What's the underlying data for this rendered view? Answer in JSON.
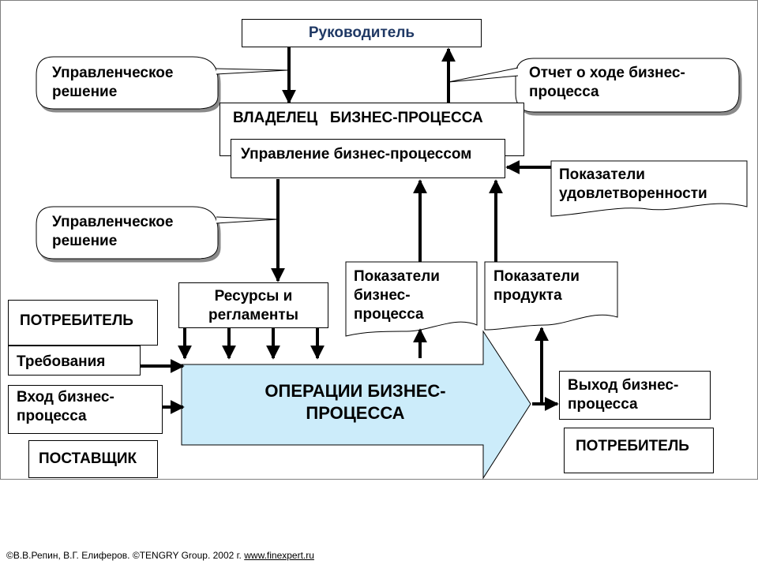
{
  "colors": {
    "ops_fill": "#ccecfa",
    "line": "#000000"
  },
  "leader": "Руководитель",
  "mgmt_decision_top": "Управленческое решение",
  "progress_report": "Отчет о ходе бизнес-процесса",
  "owner": "ВЛАДЕЛЕЦ   БИЗНЕС-ПРОЦЕССА",
  "bpm": "Управление бизнес-процессом",
  "satisfaction": "Показатели удовлетворенности",
  "mgmt_decision_mid": "Управленческое решение",
  "process_indicators": "Показатели бизнес-процесса",
  "product_indicators": "Показатели продукта",
  "resources": "Ресурсы и регламенты",
  "consumer_left": "ПОТРЕБИТЕЛЬ",
  "requirements": "Требования",
  "process_input": "Вход бизнес-процесса",
  "supplier": "ПОСТАВЩИК",
  "operations": "ОПЕРАЦИИ  БИЗНЕС-ПРОЦЕССА",
  "process_output": "Выход бизнес-процесса",
  "consumer_right": "ПОТРЕБИТЕЛЬ",
  "footer": {
    "text": "©В.В.Репин, В.Г. Елиферов. ©TENGRY Group. 2002 г. ",
    "link": "www.finexpert.ru"
  }
}
